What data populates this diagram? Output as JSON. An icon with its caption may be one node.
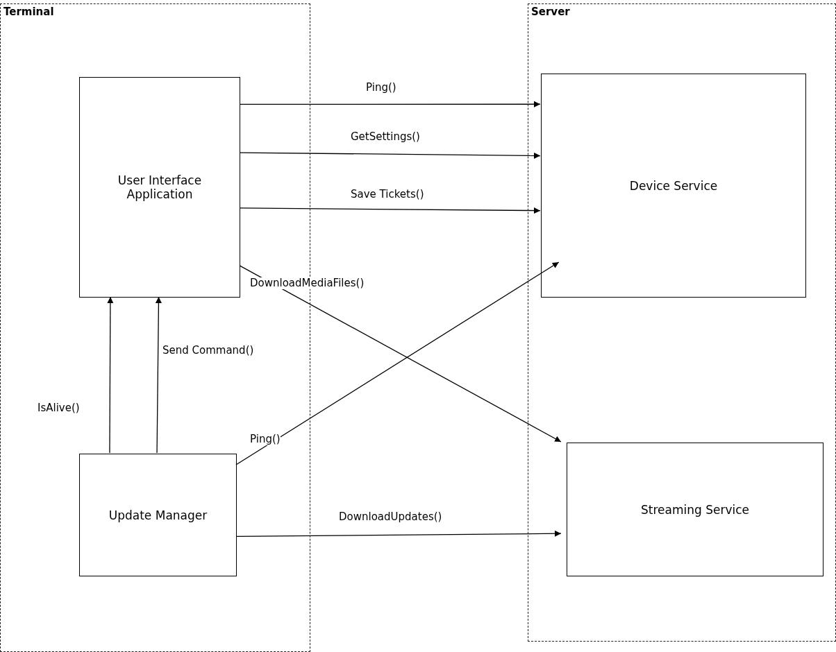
{
  "diagram": {
    "nodes": [
      {
        "text": [
          "Terminal"
        ]
      },
      {
        "text": [
          "User Interface Application"
        ],
        "in": 0
      },
      {
        "text": [
          "Update Manager"
        ],
        "in": 0
      },
      {
        "text": [
          "Server"
        ]
      },
      {
        "text": [
          "Device Service"
        ],
        "in": 3
      },
      {
        "text": [
          "Streaming Service"
        ],
        "in": 3
      }
    ],
    "edges": [
      {
        "from": 1,
        "to": 4,
        "arrow": "to",
        "label": "Ping()"
      },
      {
        "from": 1,
        "to": 4,
        "arrow": "to",
        "label": "GetSettings()"
      },
      {
        "from": 1,
        "to": 4,
        "arrow": "to",
        "label": "Save Tickets()"
      },
      {
        "from": 1,
        "to": 5,
        "arrow": "to",
        "label": "DownloadMediaFiles()"
      },
      {
        "from": 2,
        "to": 4,
        "arrow": "to",
        "label": "Ping()"
      },
      {
        "from": 2,
        "to": 1,
        "arrow": "to",
        "label": "IsAlive()"
      },
      {
        "from": 2,
        "to": 1,
        "arrow": "to",
        "label": "Send Command()"
      },
      {
        "from": 2,
        "to": 5,
        "arrow": "to",
        "label": "DownloadUpdates()"
      }
    ]
  }
}
